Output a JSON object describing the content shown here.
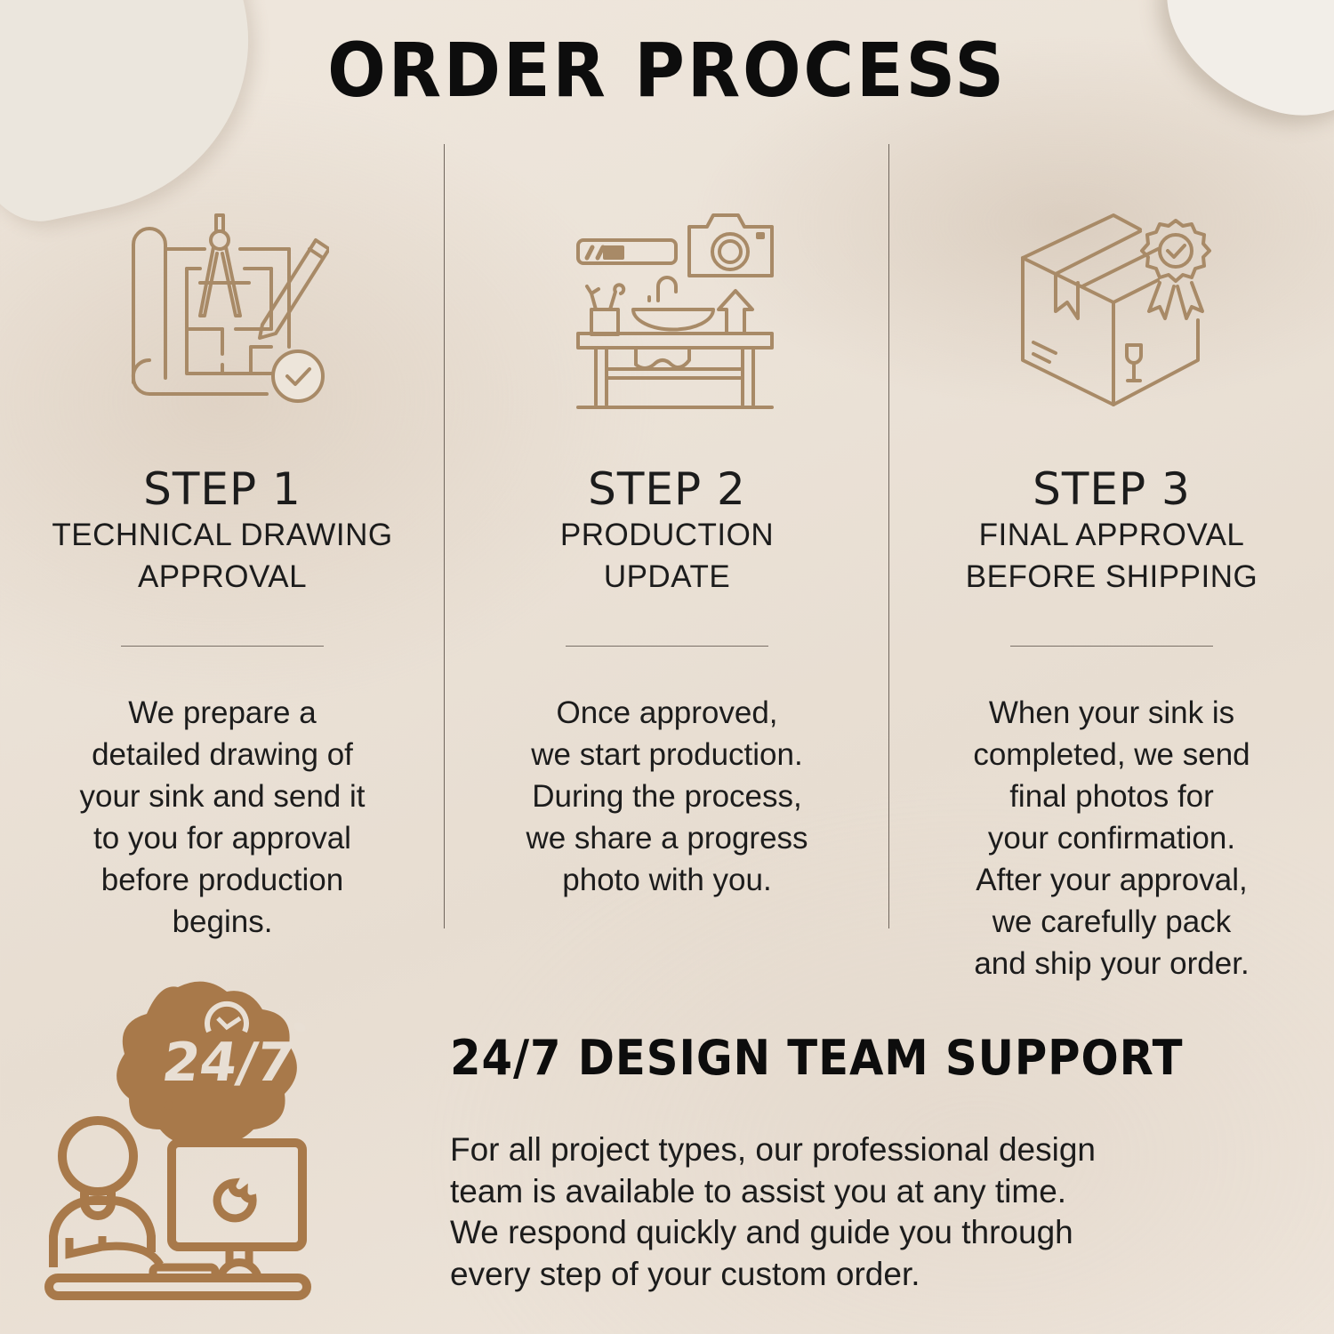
{
  "page": {
    "title": "ORDER PROCESS"
  },
  "steps": [
    {
      "number": "STEP 1",
      "title_lines": [
        "TECHNICAL DRAWING",
        "APPROVAL"
      ],
      "icon": "blueprint-compass-pencil-check-icon",
      "description_lines": [
        "We prepare a",
        "detailed drawing of",
        "your sink and send it",
        "to you for approval",
        "before production",
        "begins."
      ]
    },
    {
      "number": "STEP 2",
      "title_lines": [
        "PRODUCTION",
        "UPDATE"
      ],
      "icon": "workbench-sink-camera-progress-icon",
      "description_lines": [
        "Once approved,",
        "we start production.",
        "During the process,",
        "we share a progress",
        "photo with you."
      ]
    },
    {
      "number": "STEP 3",
      "title_lines": [
        "FINAL APPROVAL",
        "BEFORE SHIPPING"
      ],
      "icon": "package-box-award-badge-icon",
      "description_lines": [
        "When your sink is",
        "completed, we send",
        "final photos for",
        "your confirmation.",
        "After your approval,",
        "we carefully pack",
        "and ship your order."
      ]
    }
  ],
  "support": {
    "title": "24/7 DESIGN TEAM SUPPORT",
    "icon": "support-agent-computer-24-7-icon",
    "icon_badge_text": "24/7",
    "description_lines": [
      "For all project types, our professional design",
      "team is available to assist you at any time.",
      "We respond quickly and guide you through",
      "every step of your custom order."
    ]
  },
  "colors": {
    "background": "#ede5da",
    "text": "#1c1c1c",
    "icon_gold": "#a88a67",
    "icon_brown": "#a8794a",
    "divider": "#6f655c"
  }
}
